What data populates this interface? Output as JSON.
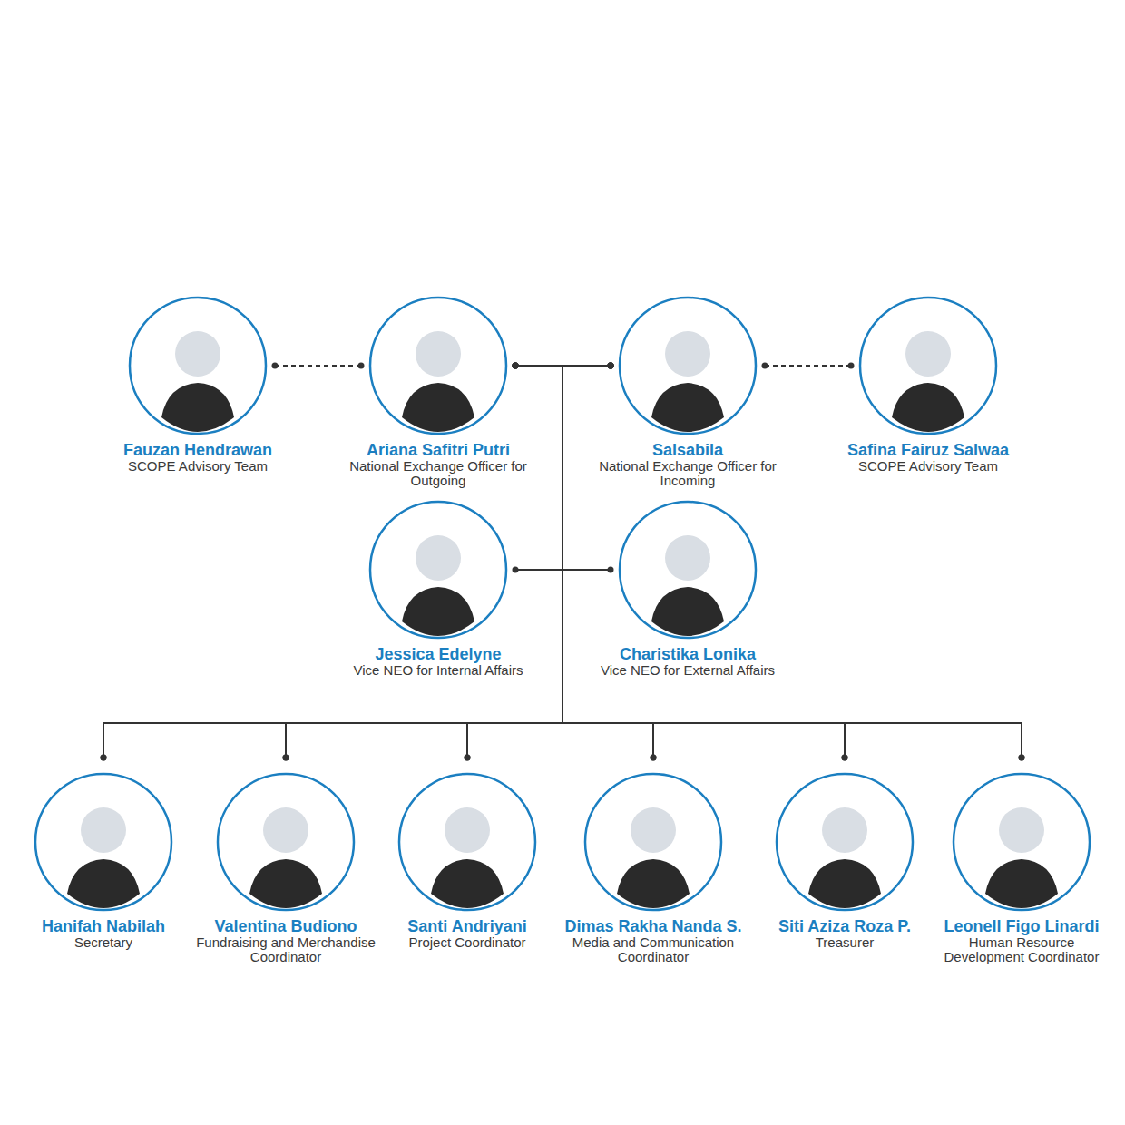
{
  "diagram": {
    "nodes": [
      {
        "text": [
          "Fauzan Hendrawan",
          "SCOPE Advisory Team"
        ]
      },
      {
        "text": [
          "Ariana Safitri Putri",
          "National Exchange Officer for Outgoing"
        ]
      },
      {
        "text": [
          "Salsabila",
          "National Exchange Officer for Incoming"
        ]
      },
      {
        "text": [
          "Safina Fairuz Salwaa",
          "SCOPE Advisory Team"
        ]
      },
      {
        "text": [
          "Jessica Edelyne",
          "Vice NEO for Internal Affairs"
        ]
      },
      {
        "text": [
          "Charistika Lonika",
          "Vice NEO for External Affairs"
        ]
      },
      {
        "text": [
          "Hanifah Nabilah",
          "Secretary"
        ]
      },
      {
        "text": [
          "Valentina Budiono",
          "Fundraising and Merchandise Coordinator"
        ]
      },
      {
        "text": [
          "Santi Andriyani",
          "Project Coordinator"
        ]
      },
      {
        "text": [
          "Dimas Rakha Nanda S.",
          "Media and Communication Coordinator"
        ]
      },
      {
        "text": [
          "Siti Aziza Roza P.",
          "Treasurer"
        ]
      },
      {
        "text": [
          "Leonell Figo Linardi",
          "Human Resource Development Coordinator"
        ]
      }
    ],
    "edges": [
      {
        "from": 0,
        "to": 1,
        "arrow": "none"
      },
      {
        "from": 1,
        "to": 2,
        "arrow": "none"
      },
      {
        "from": 2,
        "to": 3,
        "arrow": "none"
      },
      {
        "from": 4,
        "to": 5,
        "arrow": "none"
      },
      {
        "from": 1,
        "to": 6,
        "arrow": "none"
      },
      {
        "from": 1,
        "to": 7,
        "arrow": "none"
      },
      {
        "from": 1,
        "to": 8,
        "arrow": "none"
      },
      {
        "from": 1,
        "to": 9,
        "arrow": "none"
      },
      {
        "from": 1,
        "to": 10,
        "arrow": "none"
      },
      {
        "from": 1,
        "to": 11,
        "arrow": "none"
      },
      {
        "from": 2,
        "to": 6,
        "arrow": "none"
      },
      {
        "from": 2,
        "to": 7,
        "arrow": "none"
      },
      {
        "from": 2,
        "to": 8,
        "arrow": "none"
      },
      {
        "from": 2,
        "to": 9,
        "arrow": "none"
      },
      {
        "from": 2,
        "to": 10,
        "arrow": "none"
      },
      {
        "from": 2,
        "to": 11,
        "arrow": "none"
      }
    ]
  }
}
